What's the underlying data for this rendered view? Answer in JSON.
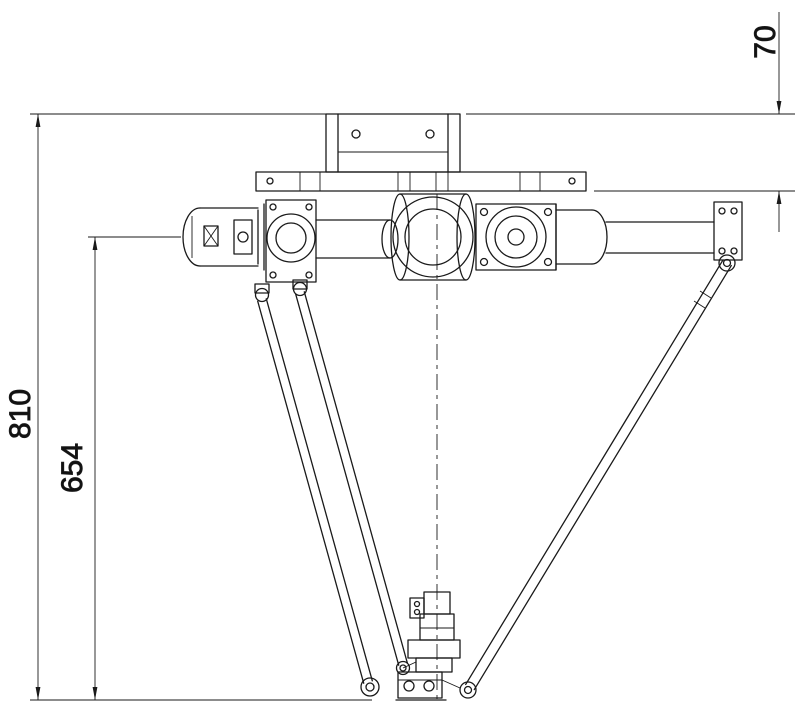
{
  "drawing": {
    "kind": "technical-dimension-drawing",
    "subject": "delta-robot-front-elevation",
    "background": "#ffffff",
    "line_color": "#1a1a1a",
    "dimensions": {
      "overall_height": {
        "value": "810",
        "orientation": "vertical",
        "side": "left-outer"
      },
      "arm_pivot_height": {
        "value": "654",
        "orientation": "vertical",
        "side": "left-inner"
      },
      "head_height": {
        "value": "70",
        "orientation": "vertical",
        "side": "top-right"
      }
    }
  }
}
